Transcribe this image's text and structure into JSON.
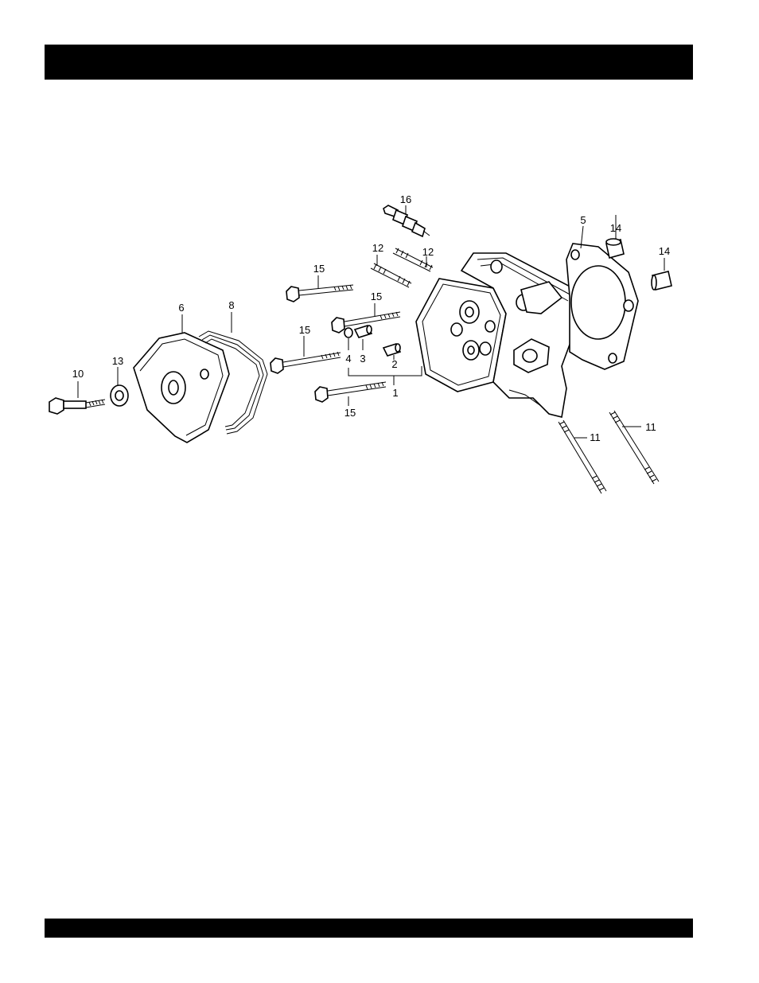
{
  "header_bar": {
    "color": "#000000"
  },
  "footer_bar": {
    "color": "#000000"
  },
  "callouts": {
    "c1": "1",
    "c2": "2",
    "c3": "3",
    "c4": "4",
    "c5": "5",
    "c6": "6",
    "c8": "8",
    "c10": "10",
    "c11a": "11",
    "c11b": "11",
    "c12a": "12",
    "c12b": "12",
    "c13": "13",
    "c14a": "14",
    "c14b": "14",
    "c15a": "15",
    "c15b": "15",
    "c15c": "15",
    "c15d": "15",
    "c16": "16"
  }
}
